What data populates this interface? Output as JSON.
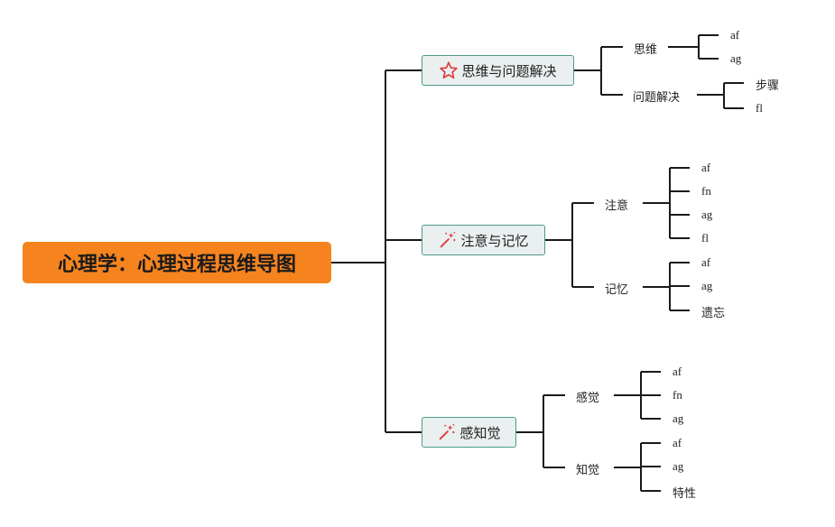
{
  "root": {
    "label": "心理学：心理过程思维导图"
  },
  "branches": [
    {
      "label": "思维与问题解决",
      "icon": "star-icon",
      "children": [
        {
          "label": "思维",
          "leaves": [
            "af",
            "ag"
          ]
        },
        {
          "label": "问题解决",
          "leaves": [
            "步骤",
            "fl"
          ]
        }
      ]
    },
    {
      "label": "注意与记忆",
      "icon": "magic-wand-icon",
      "children": [
        {
          "label": "注意",
          "leaves": [
            "af",
            "fn",
            "ag",
            "fl"
          ]
        },
        {
          "label": "记忆",
          "leaves": [
            "af",
            "ag",
            "遗忘"
          ]
        }
      ]
    },
    {
      "label": "感知觉",
      "icon": "magic-wand-icon",
      "children": [
        {
          "label": "感觉",
          "leaves": [
            "af",
            "fn",
            "ag"
          ]
        },
        {
          "label": "知觉",
          "leaves": [
            "af",
            "ag",
            "特性"
          ]
        }
      ]
    }
  ],
  "colors": {
    "root": "#f5841f",
    "branch_fill": "#eaeff0",
    "branch_border": "#4d9a88",
    "line": "#1a1a1a",
    "icon": "#e03a3a"
  }
}
